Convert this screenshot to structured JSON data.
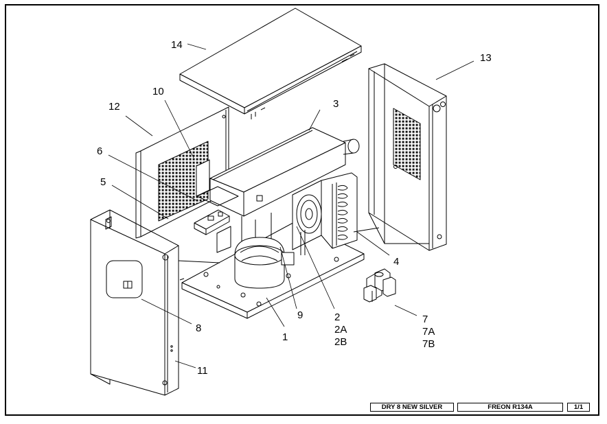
{
  "callouts": {
    "c1": "1",
    "c2": "2",
    "c2a": "2A",
    "c2b": "2B",
    "c3": "3",
    "c4": "4",
    "c5": "5",
    "c6": "6",
    "c7": "7",
    "c7a": "7A",
    "c7b": "7B",
    "c8": "8",
    "c9": "9",
    "c10": "10",
    "c11": "11",
    "c12": "12",
    "c13": "13",
    "c14": "14"
  },
  "title_block": {
    "model": "DRY 8 NEW SILVER",
    "refrigerant": "FREON R134A",
    "sheet": "1/1"
  }
}
